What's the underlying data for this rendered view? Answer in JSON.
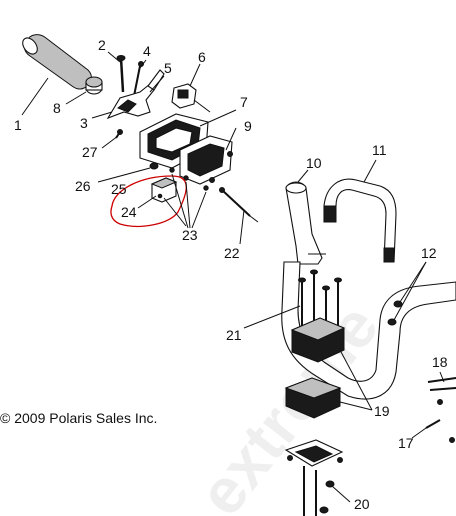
{
  "copyright": "© 2009 Polaris Sales Inc.",
  "watermark": "extreme",
  "highlight_color": "#cc0000",
  "callouts": [
    "1",
    "2",
    "3",
    "4",
    "5",
    "6",
    "7",
    "8",
    "9",
    "10",
    "11",
    "12",
    "17",
    "18",
    "19",
    "20",
    "21",
    "22",
    "23",
    "24",
    "25",
    "26",
    "27"
  ]
}
